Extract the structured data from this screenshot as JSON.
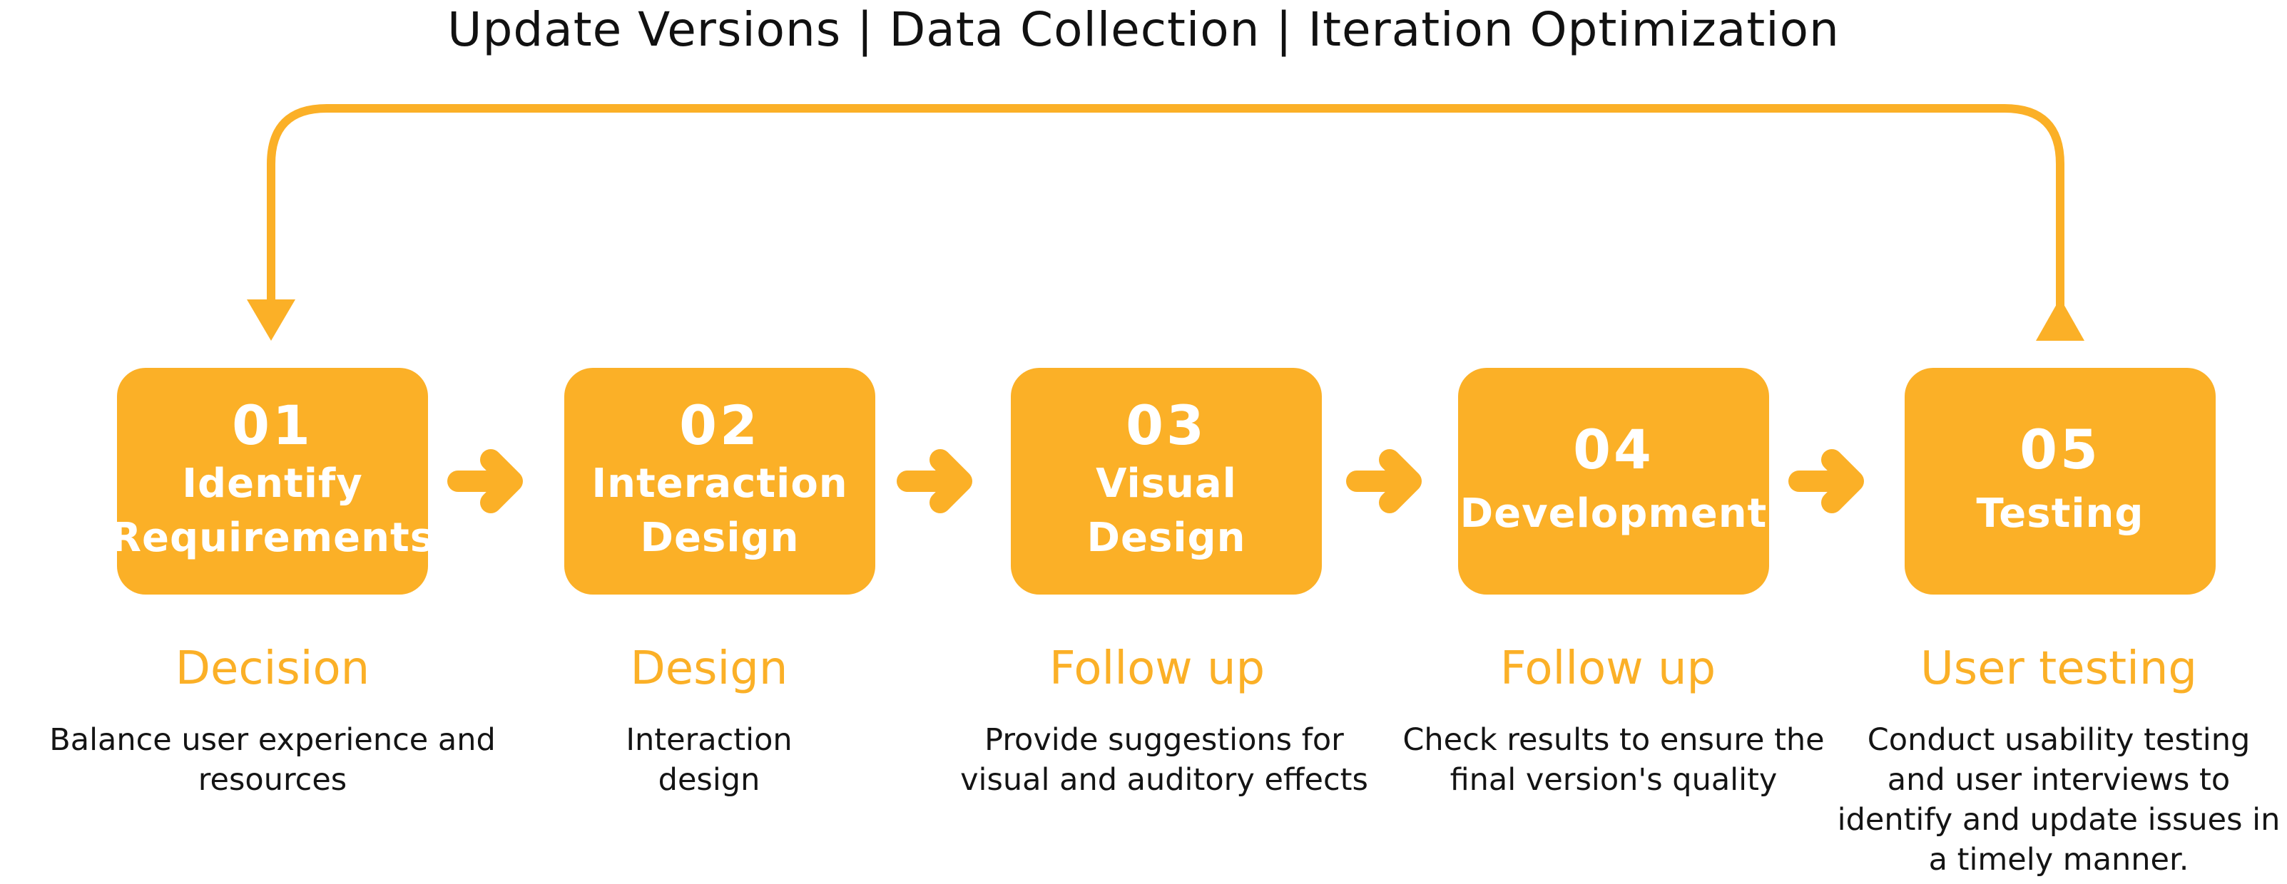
{
  "title": "Update Versions | Data Collection | Iteration Optimization",
  "colors": {
    "accent": "#fbb027",
    "text": "#141414",
    "box_text": "#ffffff"
  },
  "steps": [
    {
      "number": "01",
      "name_lines": [
        "Identify",
        "Requirements"
      ],
      "phase": "Decision",
      "desc_lines": [
        "Balance user experience and",
        "resources"
      ]
    },
    {
      "number": "02",
      "name_lines": [
        "Interaction",
        "Design"
      ],
      "phase": "Design",
      "desc_lines": [
        "Interaction",
        "design"
      ]
    },
    {
      "number": "03",
      "name_lines": [
        "Visual",
        "Design"
      ],
      "phase": "Follow up",
      "desc_lines": [
        "Provide suggestions for",
        "visual and auditory effects"
      ]
    },
    {
      "number": "04",
      "name_lines": [
        "Development"
      ],
      "phase": "Follow up",
      "desc_lines": [
        "Check results to ensure the",
        "final version's quality"
      ]
    },
    {
      "number": "05",
      "name_lines": [
        "Testing"
      ],
      "phase": "User testing",
      "desc_lines": [
        "Conduct usability testing",
        "and user interviews to",
        "identify and update issues in",
        "a timely manner."
      ]
    }
  ],
  "icons": {
    "step_arrow": "arrow-right-icon",
    "loop": "loop-arrow-icon"
  }
}
